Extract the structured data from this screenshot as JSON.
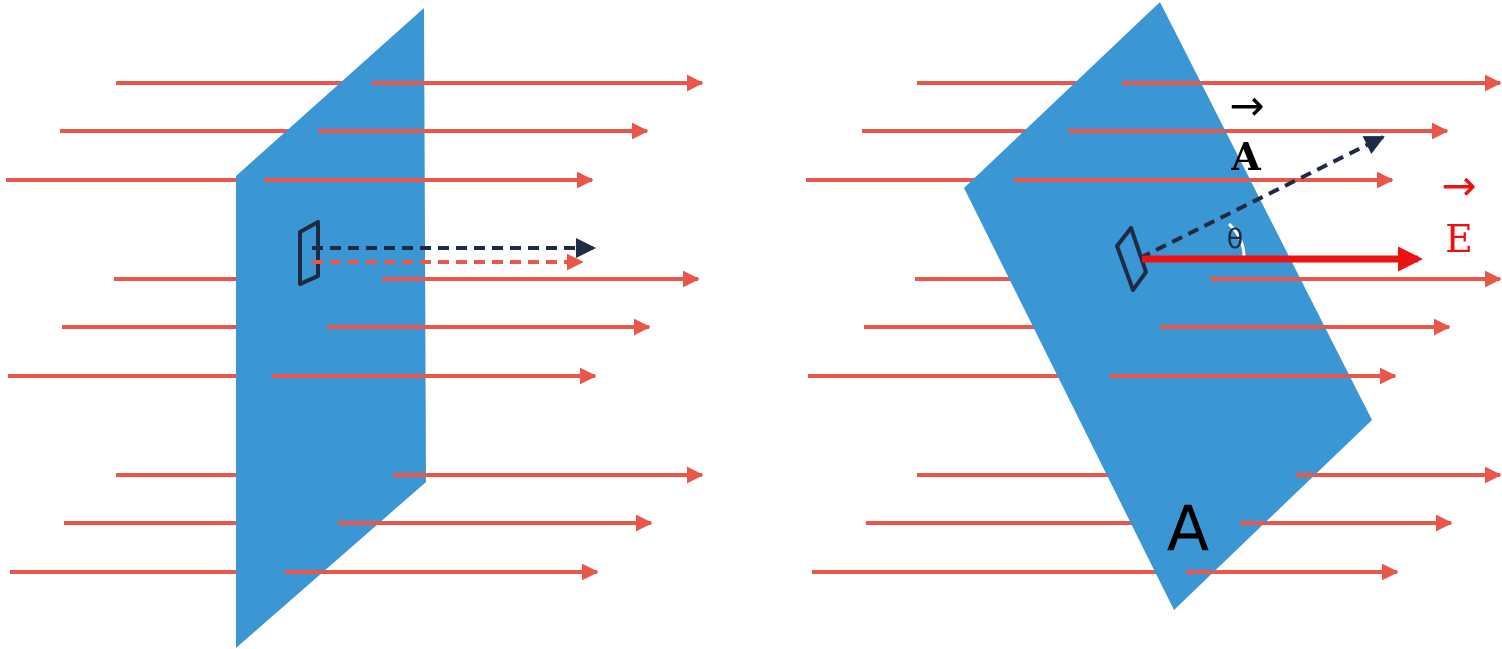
{
  "colors": {
    "field": "#e8574a",
    "plate": "#3b96d4",
    "normal": "#1f2a44",
    "strong_field": "#ee1111",
    "text_dark": "#000000"
  },
  "labels": {
    "area_vector_arrow": "→",
    "area_vector": "A",
    "field_vector_arrow": "→",
    "field_vector": "E",
    "angle": "θ",
    "plate_name": "A"
  }
}
